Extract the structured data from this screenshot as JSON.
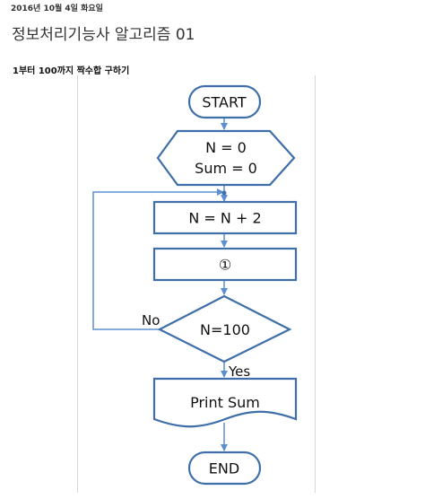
{
  "post": {
    "date": "2016년 10월 4일 화요일",
    "title": "정보처리기능사 알고리즘 01",
    "section_heading": "1부터 100까지 짝수합 구하기"
  },
  "flowchart": {
    "start_label": "START",
    "init_line1": "N = 0",
    "init_line2": "Sum = 0",
    "increment_label": "N = N + 2",
    "blank_label": "①",
    "condition_label": "N=100",
    "no_label": "No",
    "yes_label": "Yes",
    "output_label": "Print Sum",
    "end_label": "END"
  },
  "colors": {
    "shape_stroke": "#3f6fa9",
    "connector": "#5b8fd0",
    "text": "#111111"
  }
}
